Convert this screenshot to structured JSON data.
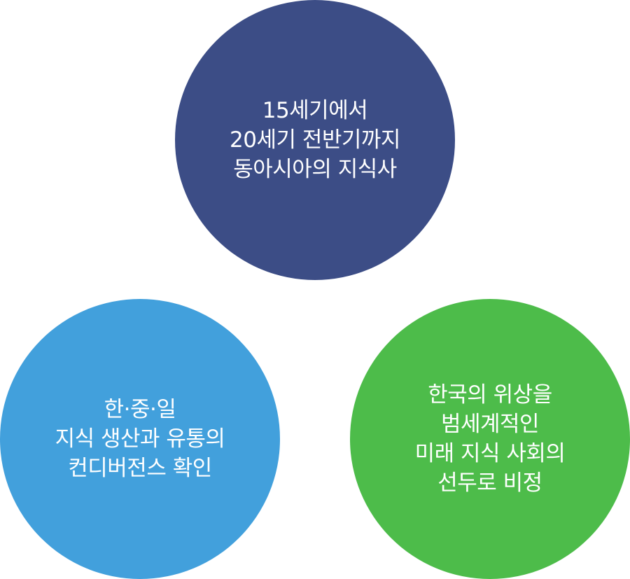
{
  "circles": [
    {
      "color": "#3c4d86",
      "lines": [
        "15세기에서",
        "20세기 전반기까지",
        "동아시아의 지식사"
      ]
    },
    {
      "color": "#42a0dc",
      "lines": [
        "한·중·일",
        "지식 생산과 유통의",
        "컨디버전스 확인"
      ]
    },
    {
      "color": "#4dbc4a",
      "lines": [
        "한국의 위상을",
        "범세계적인",
        "미래 지식 사회의",
        "선두로 비정"
      ]
    }
  ]
}
